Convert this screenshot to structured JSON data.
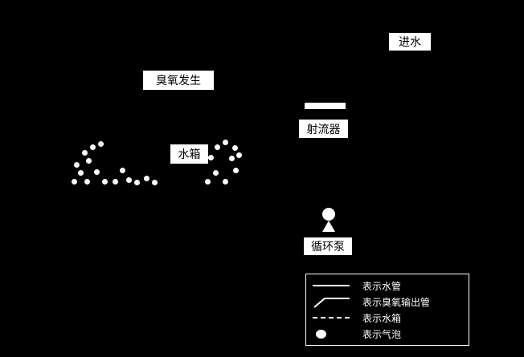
{
  "colors": {
    "background": "#000000",
    "label_box_bg": "#ffffff",
    "label_text": "#000000",
    "line": "#ffffff"
  },
  "labels": {
    "inlet": "进水",
    "ozone_generator": "臭氧发生",
    "jet_device": "射流器",
    "water_tank": "水箱",
    "circulation_pump": "循环泵"
  },
  "legend": {
    "items": [
      {
        "symbol": "solid-line",
        "label": "表示水管"
      },
      {
        "symbol": "bent-line",
        "label": "表示臭氧输出管"
      },
      {
        "symbol": "dashed-line",
        "label": "表示水箱"
      },
      {
        "symbol": "bubble",
        "label": "表示气泡"
      }
    ]
  },
  "bubbles": [
    [
      95,
      205
    ],
    [
      105,
      190
    ],
    [
      115,
      183
    ],
    [
      125,
      179
    ],
    [
      110,
      200
    ],
    [
      100,
      215
    ],
    [
      92,
      226
    ],
    [
      108,
      226
    ],
    [
      120,
      214
    ],
    [
      130,
      226
    ],
    [
      143,
      226
    ],
    [
      152,
      212
    ],
    [
      160,
      224
    ],
    [
      170,
      227
    ],
    [
      182,
      222
    ],
    [
      192,
      227
    ],
    [
      258,
      226
    ],
    [
      268,
      215
    ],
    [
      262,
      196
    ],
    [
      270,
      183
    ],
    [
      280,
      177
    ],
    [
      292,
      184
    ],
    [
      288,
      197
    ],
    [
      297,
      193
    ],
    [
      280,
      226
    ],
    [
      293,
      212
    ]
  ]
}
